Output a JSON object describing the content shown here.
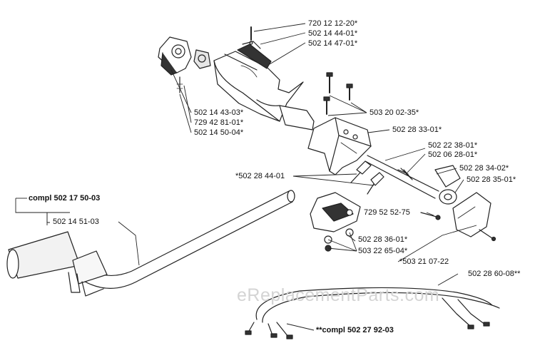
{
  "labels": {
    "p_720_12_12_20": "720 12 12-20*",
    "p_502_14_44_01": "502 14 44-01*",
    "p_502_14_47_01": "502 14 47-01*",
    "p_502_14_43_03": "502 14 43-03*",
    "p_729_42_81_01": "729 42 81-01*",
    "p_502_14_50_04": "502 14 50-04*",
    "p_503_20_02_35": "503 20 02-35*",
    "p_502_28_33_01": "502 28 33-01*",
    "p_502_22_38_01": "502 22 38-01*",
    "p_502_06_28_01": "502 06 28-01*",
    "p_502_28_44_01": "*502 28 44-01",
    "p_502_28_34_02": "502 28 34-02*",
    "p_502_28_35_01": "502 28 35-01*",
    "p_compl_502_17_50_03": "compl 502 17 50-03",
    "p_502_14_51_03": "502 14 51-03",
    "p_729_52_52_75": "729 52 52-75",
    "p_502_28_36_01": "502 28 36-01*",
    "p_503_22_65_04": "503 22 65-04*",
    "p_503_21_07_22": "*503 21 07-22",
    "p_502_28_60_08": "502 28 60-08**",
    "p_compl_502_27_92_03": "**compl 502 27 92-03"
  },
  "watermark": "eReplacementParts.com"
}
